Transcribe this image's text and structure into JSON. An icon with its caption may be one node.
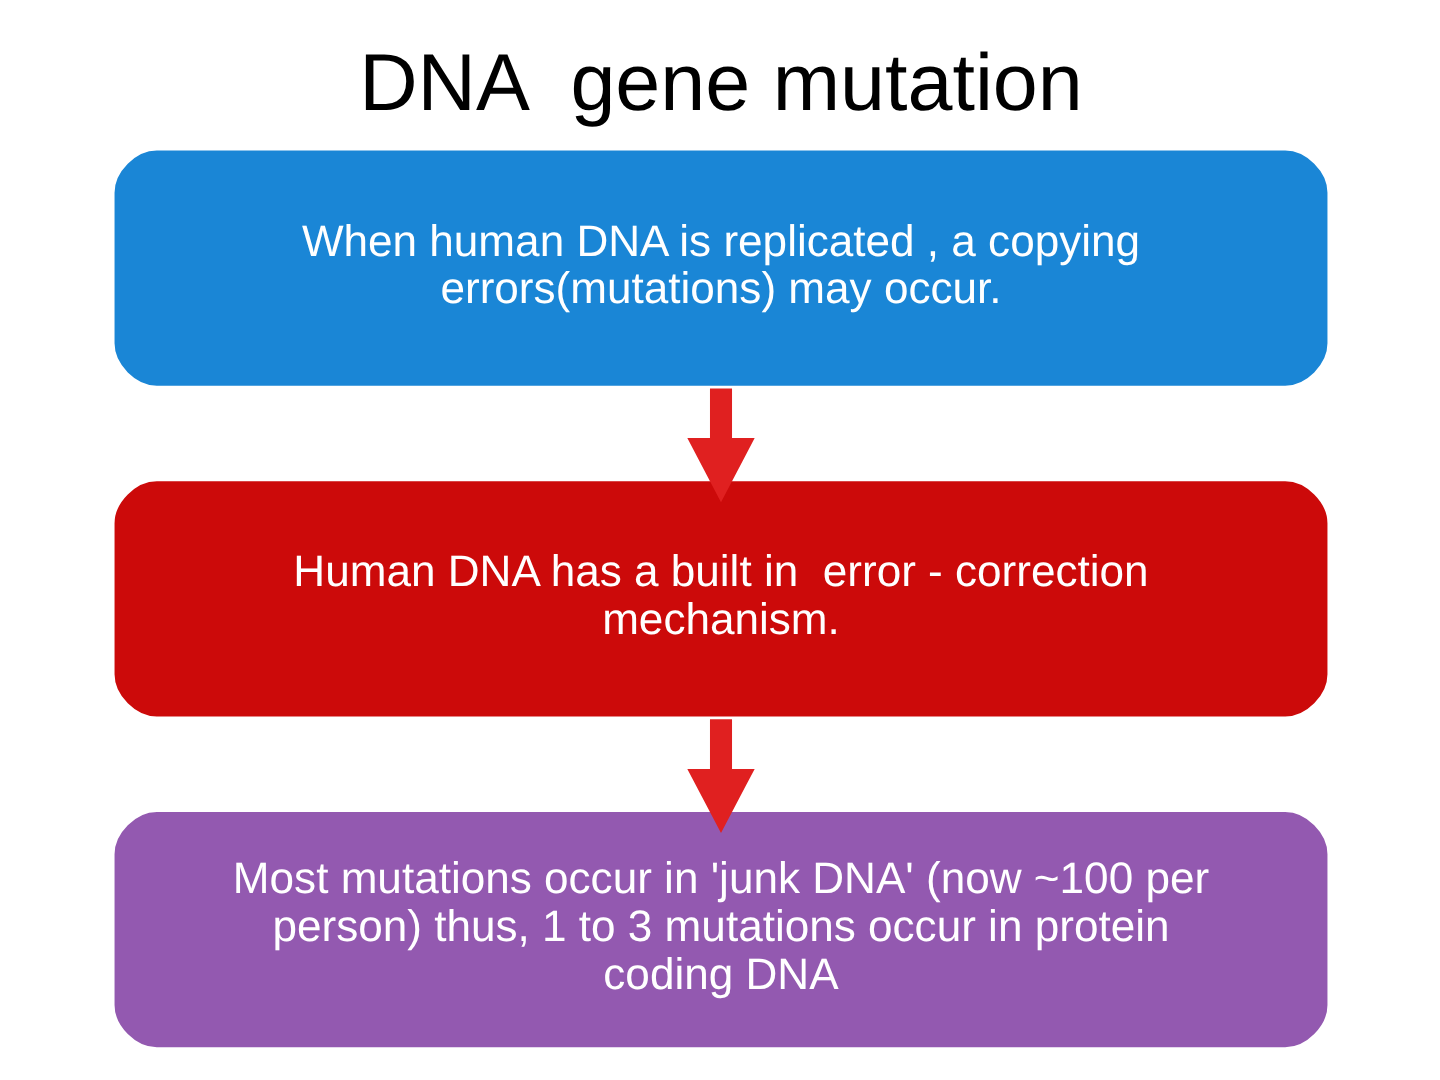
{
  "diagram": {
    "title": "DNA  gene mutation",
    "nodes": [
      {
        "text": [
          "When human DNA is replicated , a copying errors(mutations) may occur."
        ]
      },
      {
        "text": [
          "Human DNA has a built in  error - correction mechanism."
        ]
      },
      {
        "text": [
          "Most mutations occur in 'junk DNA' (now ~100 per person) thus, 1 to 3 mutations occur in protein coding DNA"
        ]
      }
    ],
    "edges": [
      {
        "from": 0,
        "to": 1,
        "arrow": "to",
        "color": "#e02020"
      },
      {
        "from": 1,
        "to": 2,
        "arrow": "to",
        "color": "#e02020"
      }
    ]
  }
}
